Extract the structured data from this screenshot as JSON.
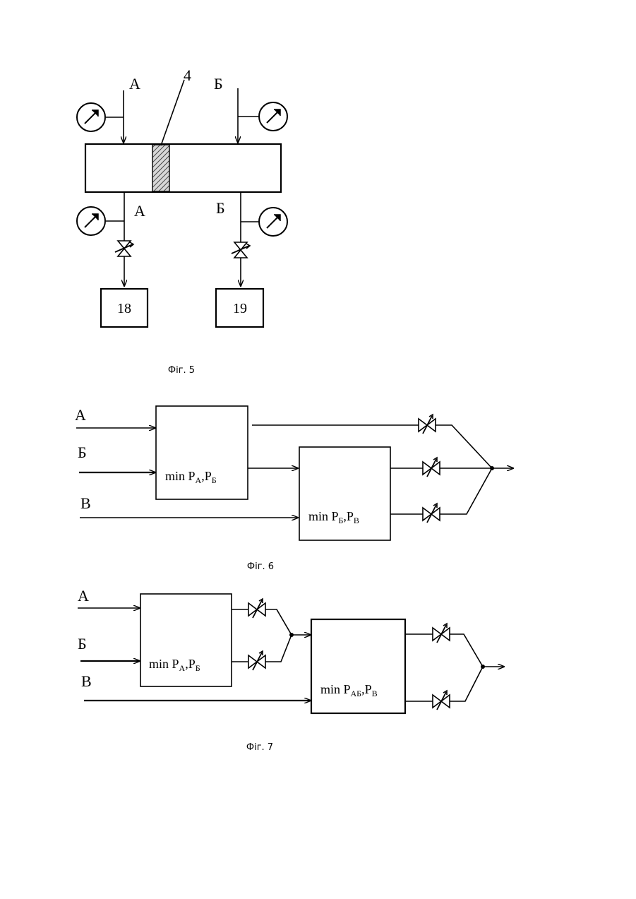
{
  "fig5": {
    "caption": "Фіг. 5",
    "label_a_top": "А",
    "label_b_top": "Б",
    "label_a_bottom": "А",
    "label_b_bottom": "Б",
    "label_element": "4",
    "box_left": "18",
    "box_right": "19"
  },
  "fig6": {
    "caption": "Фіг. 6",
    "input_a": "А",
    "input_b": "Б",
    "input_c": "В",
    "block1": {
      "main": "min P",
      "s1": "А",
      "sep": ",P",
      "s2": "Б"
    },
    "block2": {
      "main": "min P",
      "s1": "Б",
      "sep": ",P",
      "s2": "В"
    }
  },
  "fig7": {
    "caption": "Фіг. 7",
    "input_a": "А",
    "input_b": "Б",
    "input_c": "В",
    "block1": {
      "main": "min P",
      "s1": "А",
      "sep": ",P",
      "s2": "Б"
    },
    "block2": {
      "main": "min P",
      "s1": "АБ",
      "sep": ",P",
      "s2": "В"
    }
  }
}
